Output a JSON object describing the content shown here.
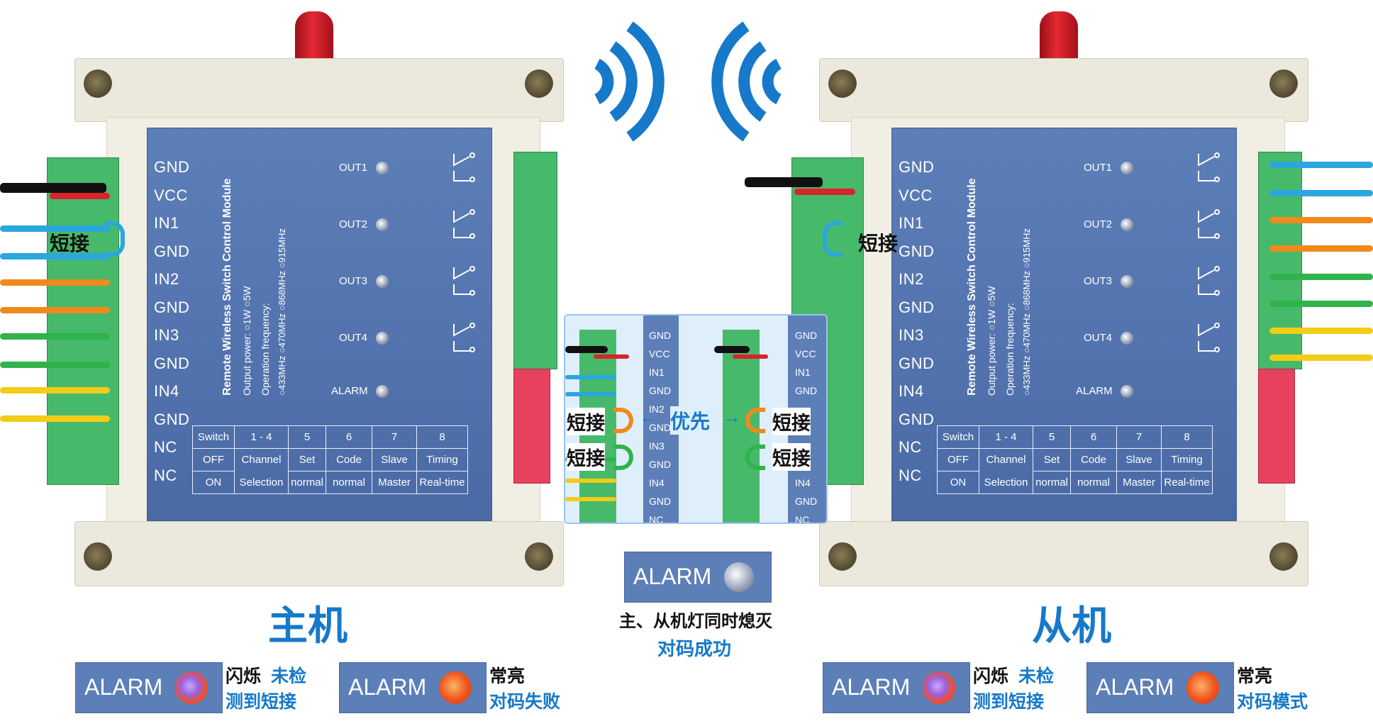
{
  "module": {
    "pins": [
      "GND",
      "VCC",
      "IN1",
      "GND",
      "IN2",
      "GND",
      "IN3",
      "GND",
      "IN4",
      "GND",
      "NC",
      "NC"
    ],
    "outputs": [
      "OUT1",
      "OUT2",
      "OUT3",
      "OUT4",
      "ALARM"
    ],
    "title": "Remote Wireless Switch Control Module",
    "power": "Output power: ○1W ○5W",
    "freq_label": "Operation frequency:",
    "freqs": "○433MHz ○470MHz ○868MHz ○915MHz",
    "table": {
      "row1": [
        "Switch",
        "1 - 4",
        "5",
        "6",
        "7",
        "8"
      ],
      "row2": [
        "OFF",
        "Channel",
        "Set",
        "Code",
        "Slave",
        "Timing"
      ],
      "row3": [
        "ON",
        "Selection",
        "normal",
        "normal",
        "Master",
        "Real-time"
      ]
    }
  },
  "short_label": "短接",
  "inset": {
    "pins": [
      "GND",
      "VCC",
      "IN1",
      "GND",
      "IN2",
      "GND",
      "IN3",
      "GND",
      "IN4",
      "GND",
      "NC"
    ],
    "priority": "优先",
    "arrow_left": "←",
    "arrow_right": "→"
  },
  "alarm_label": "ALARM",
  "pair_caption": {
    "line1": "主、从机灯同时熄灭",
    "line2": "对码成功"
  },
  "master": {
    "title": "主机",
    "status1": {
      "black": "闪烁",
      "blue1": "未检",
      "blue2": "测到短接"
    },
    "status2": {
      "black": "常亮",
      "blue": "对码失败"
    }
  },
  "slave": {
    "title": "从机",
    "status1": {
      "black": "闪烁",
      "blue1": "未检",
      "blue2": "测到短接"
    },
    "status2": {
      "black": "常亮",
      "blue": "对码模式"
    }
  },
  "colors": {
    "accent": "#1679c9",
    "panel": "#5d7fb8",
    "terminal": "#47b96a",
    "antenna": "#e42a35"
  }
}
